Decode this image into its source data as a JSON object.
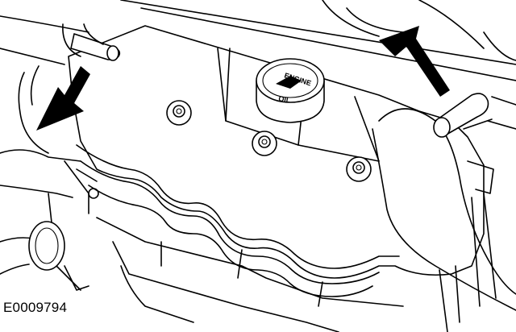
{
  "figure": {
    "id_label": "E0009794",
    "cap_text_top": "ENGINE",
    "cap_text_bottom": "OIL"
  }
}
